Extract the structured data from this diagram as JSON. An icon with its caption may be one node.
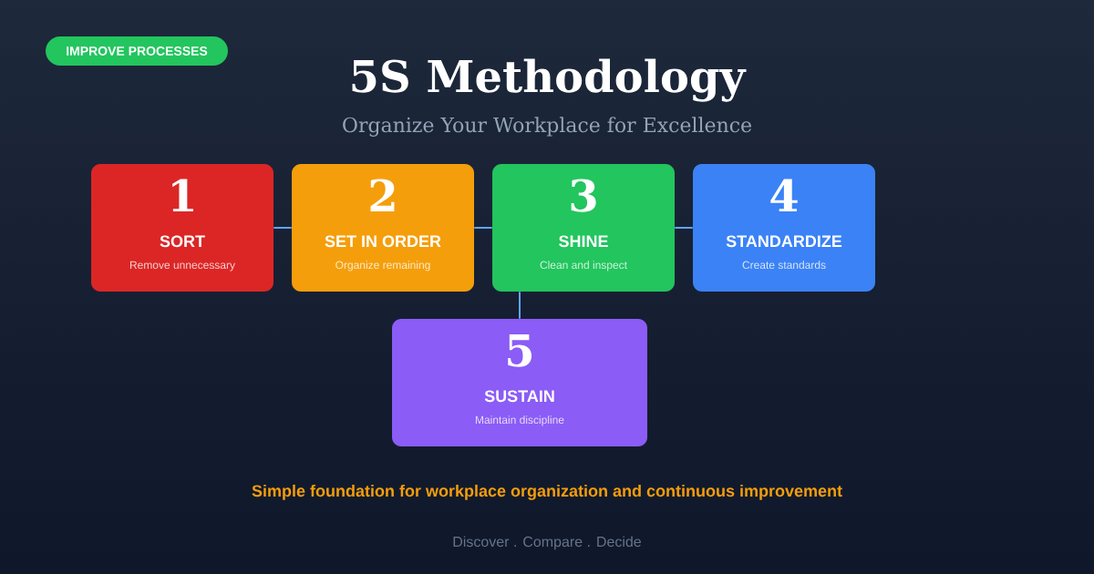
{
  "diagram": {
    "title": "5S Methodology",
    "nodes": [
      {
        "text": [
          "IMPROVE PROCESSES"
        ]
      },
      {
        "text": [
          "1",
          "SORT",
          "Remove unnecessary"
        ]
      },
      {
        "text": [
          "2",
          "SET IN ORDER",
          "Organize remaining"
        ]
      },
      {
        "text": [
          "3",
          "SHINE",
          "Clean and inspect"
        ]
      },
      {
        "text": [
          "4",
          "STANDARDIZE",
          "Create standards"
        ]
      },
      {
        "text": [
          "5",
          "SUSTAIN",
          "Maintain discipline"
        ]
      }
    ],
    "edges": [
      {
        "from": 1,
        "to": 2,
        "arrow": "none"
      },
      {
        "from": 2,
        "to": 3,
        "arrow": "none"
      },
      {
        "from": 3,
        "to": 4,
        "arrow": "none"
      },
      {
        "from": 3,
        "to": 5,
        "arrow": "none"
      }
    ],
    "labels": [
      "Organize Your Workplace for Excellence",
      "Simple foundation for workplace organization and continuous improvement",
      "Discover . Compare . Decide"
    ]
  }
}
